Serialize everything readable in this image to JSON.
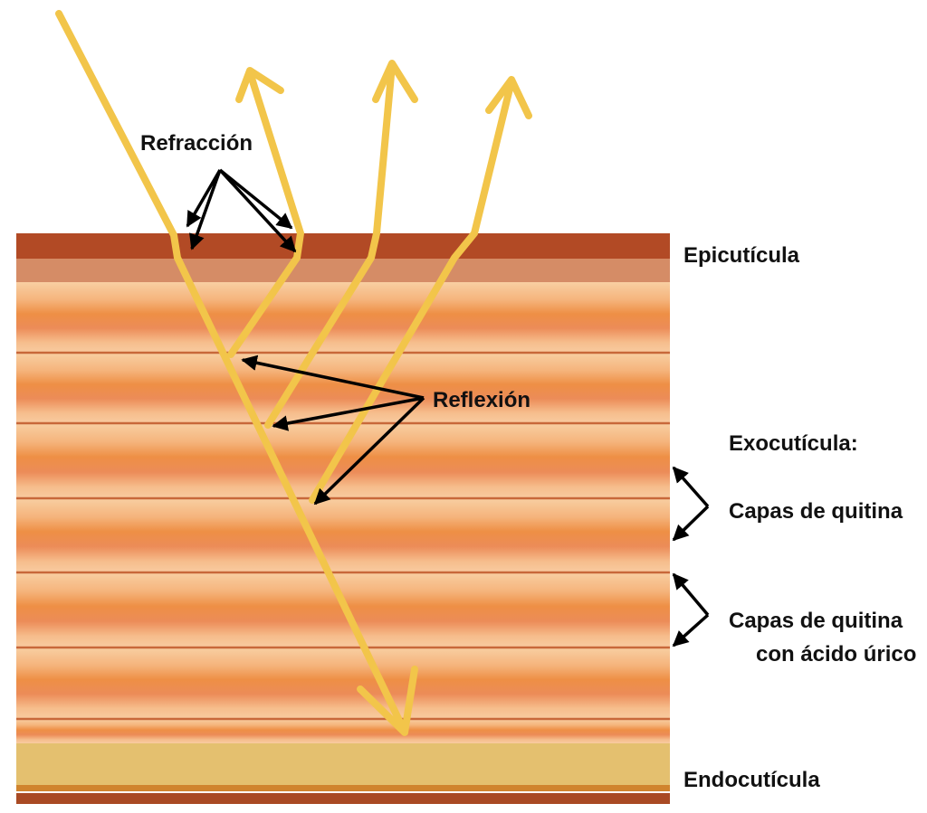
{
  "labels": {
    "refraction": "Refracción",
    "reflection": "Reflexión",
    "epicuticle": "Epicutícula",
    "exocuticle": "Exocutícula:",
    "chitin_layers": "Capas de quitina",
    "chitin_uric_line1": "Capas de quitina",
    "chitin_uric_line2": "con ácido úrico",
    "endocuticle": "Endocutícula"
  },
  "colors": {
    "epicuticle_dark": "#b24a25",
    "epicuticle_light": "#d58c66",
    "band_orange": "#ee8f45",
    "band_light": "#f8c79a",
    "band_line": "#c8683a",
    "endocuticle": "#e4c06f",
    "bottom_dark": "#a94a24",
    "light_ray": "#f2c54a",
    "annotation_arrow": "#000000"
  }
}
